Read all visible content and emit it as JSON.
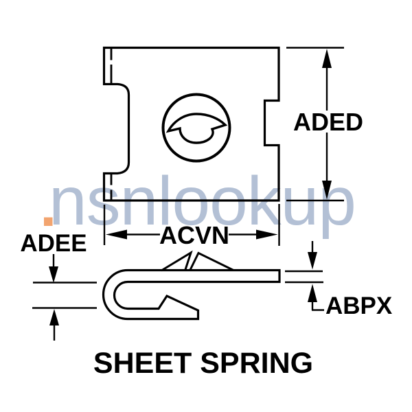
{
  "page": {
    "title": "SHEET SPRING",
    "watermark": {
      "text": "nsnlookup",
      "color": "#b3c0d5",
      "dot_color": "#f2a46f"
    },
    "line_color": "#000000",
    "background_color": "#ffffff",
    "dimensions": {
      "height": "ADED",
      "width": "ACVN",
      "gap": "ADEE",
      "thickness": "ABPX"
    }
  }
}
